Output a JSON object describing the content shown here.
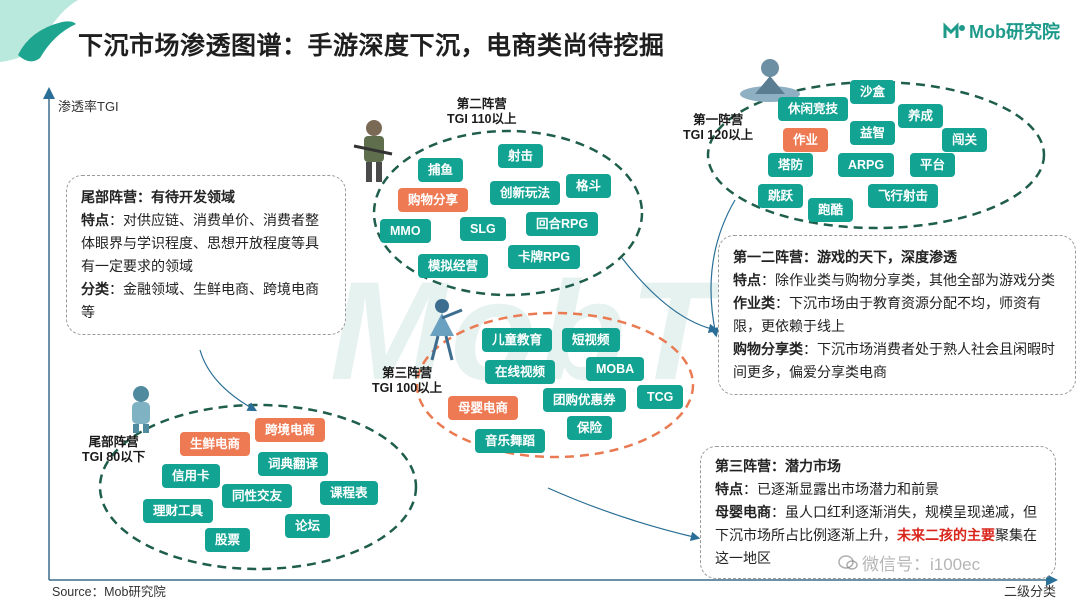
{
  "header": {
    "title": "下沉市场渗透图谱：手游深度下沉，电商类尚待挖掘",
    "logo_text": "Mob研究院"
  },
  "axes": {
    "y_label": "渗透率TGI",
    "x_label": "二级分类"
  },
  "source": "Source：Mob研究院",
  "watermark": "MobTech",
  "camps": {
    "first": {
      "name": "第一阵营",
      "tgi": "TGI 120以上",
      "items": [
        "沙盒",
        "休闲竞技",
        "养成",
        "作业",
        "益智",
        "闯关",
        "塔防",
        "ARPG",
        "平台",
        "跳跃",
        "跑酷",
        "飞行射击"
      ]
    },
    "second": {
      "name": "第二阵营",
      "tgi": "TGI 110以上",
      "items": [
        "射击",
        "捕鱼",
        "创新玩法",
        "格斗",
        "购物分享",
        "SLG",
        "回合RPG",
        "MMO",
        "卡牌RPG",
        "模拟经营"
      ]
    },
    "third": {
      "name": "第三阵营",
      "tgi": "TGI 100以上",
      "items": [
        "儿童教育",
        "短视频",
        "在线视频",
        "MOBA",
        "母婴电商",
        "团购优惠券",
        "TCG",
        "保险",
        "音乐舞蹈"
      ]
    },
    "tail": {
      "name": "尾部阵营",
      "tgi": "TGI 80以下",
      "items": [
        "生鲜电商",
        "跨境电商",
        "信用卡",
        "词典翻译",
        "同性交友",
        "课程表",
        "理财工具",
        "论坛",
        "股票"
      ]
    }
  },
  "highlight_items": [
    "作业",
    "购物分享",
    "母婴电商",
    "生鲜电商",
    "跨境电商"
  ],
  "boxes": {
    "tail": {
      "heading": "尾部阵营：有待开发领域",
      "feature_label": "特点",
      "feature_text": "：对供应链、消费单价、消费者整体眼界与学识程度、思想开放程度等具有一定要求的领域",
      "category_label": "分类",
      "category_text": "：金融领域、生鲜电商、跨境电商等"
    },
    "first_second": {
      "heading": "第一二阵营：游戏的天下，深度渗透",
      "feature_label": "特点",
      "feature_text": "：除作业类与购物分享类，其他全部为游戏分类",
      "homework_label": "作业类",
      "homework_text": "：下沉市场由于教育资源分配不均，师资有限，更依赖于线上",
      "shopping_label": "购物分享类",
      "shopping_text": "：下沉市场消费者处于熟人社会且闲暇时间更多，偏爱分享类电商"
    },
    "third": {
      "heading": "第三阵营：潜力市场",
      "feature_label": "特点",
      "feature_text": "：已逐渐显露出市场潜力和前景",
      "maternal_label": "母婴电商",
      "maternal_text": "：虽人口红利逐渐消失，规模呈现递减，但下沉市场所占比例逐渐上升，",
      "highlight_text": "未来二孩的主要",
      "tail_text": "聚集在这一地区"
    }
  },
  "wechat_watermark": "微信号：i100ec",
  "colors": {
    "teal": "#13a393",
    "orange": "#ee7a53",
    "accent_red": "#d9261c"
  }
}
